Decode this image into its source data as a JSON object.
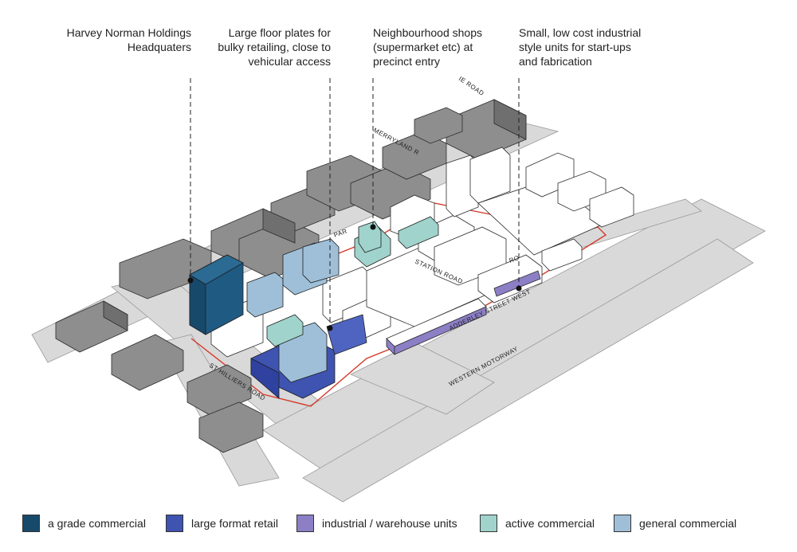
{
  "callouts": [
    {
      "lines": [
        "Harvey Norman Holdings",
        "Headquaters"
      ]
    },
    {
      "lines": [
        "Large floor plates for",
        "bulky retailing, close to",
        "vehicular access"
      ]
    },
    {
      "lines": [
        "Neighbourhood shops",
        "(supermarket etc) at",
        "precinct entry"
      ]
    },
    {
      "lines": [
        "Small, low cost industrial",
        "style units for start-ups",
        "and fabrication"
      ]
    }
  ],
  "road_labels": {
    "station_road": "STATION ROAD",
    "adderley_street": "ADDERLEY STREET WEST",
    "western_motorway": "WESTERN MOTORWAY",
    "st_hilliers": "ST HILLIERS ROAD",
    "merryland": "MERRYLAND R",
    "ie_road": "IE ROAD",
    "par": "PAR",
    "ro": "RO"
  },
  "legend": [
    {
      "label": "a grade commercial",
      "color": "#17496b"
    },
    {
      "label": "large format retail",
      "color": "#3f53b0"
    },
    {
      "label": "industrial / warehouse units",
      "color": "#8c7fc6"
    },
    {
      "label": "active commercial",
      "color": "#9fd3cc"
    },
    {
      "label": "general commercial",
      "color": "#9fbfd8"
    }
  ],
  "colors": {
    "context_building": "#8e8e8e",
    "road": "#d9d9d9",
    "boundary": "#d33a2a"
  }
}
